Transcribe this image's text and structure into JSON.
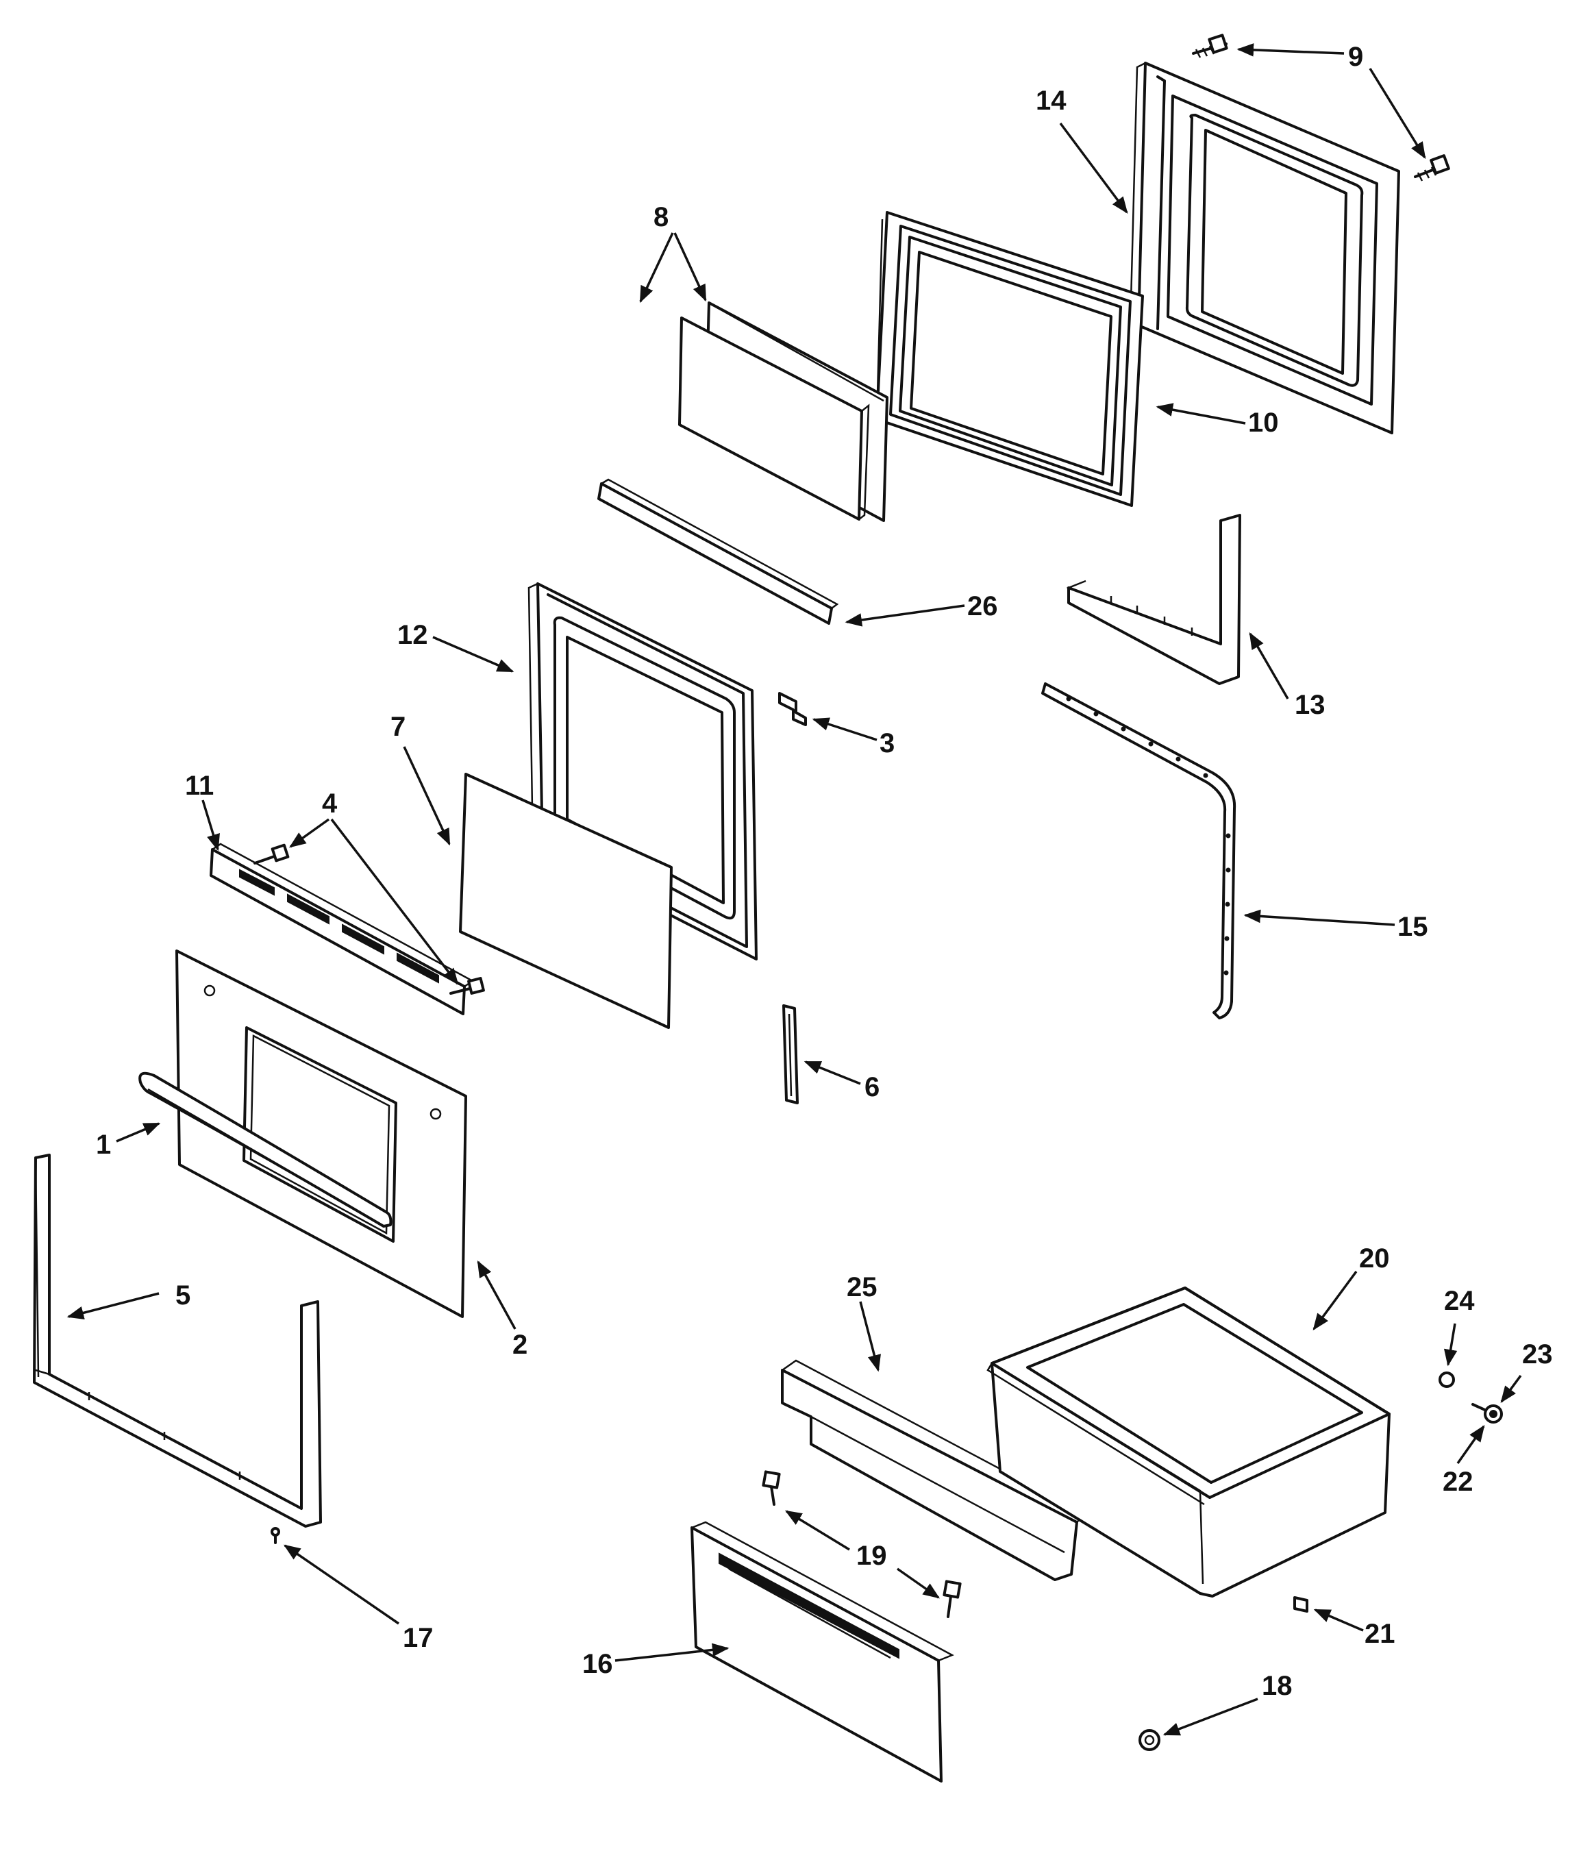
{
  "diagram": {
    "background": "#ffffff",
    "ink": "#111111",
    "callouts": [
      {
        "id": "c1",
        "label": "1"
      },
      {
        "id": "c2",
        "label": "2"
      },
      {
        "id": "c3",
        "label": "3"
      },
      {
        "id": "c4",
        "label": "4"
      },
      {
        "id": "c5",
        "label": "5"
      },
      {
        "id": "c6",
        "label": "6"
      },
      {
        "id": "c7",
        "label": "7"
      },
      {
        "id": "c8",
        "label": "8"
      },
      {
        "id": "c9",
        "label": "9"
      },
      {
        "id": "c10",
        "label": "10"
      },
      {
        "id": "c11",
        "label": "11"
      },
      {
        "id": "c12",
        "label": "12"
      },
      {
        "id": "c13",
        "label": "13"
      },
      {
        "id": "c14",
        "label": "14"
      },
      {
        "id": "c15",
        "label": "15"
      },
      {
        "id": "c16",
        "label": "16"
      },
      {
        "id": "c17",
        "label": "17"
      },
      {
        "id": "c18",
        "label": "18"
      },
      {
        "id": "c19",
        "label": "19"
      },
      {
        "id": "c20",
        "label": "20"
      },
      {
        "id": "c21",
        "label": "21"
      },
      {
        "id": "c22",
        "label": "22"
      },
      {
        "id": "c23",
        "label": "23"
      },
      {
        "id": "c24",
        "label": "24"
      },
      {
        "id": "c25",
        "label": "25"
      },
      {
        "id": "c26",
        "label": "26"
      }
    ]
  }
}
